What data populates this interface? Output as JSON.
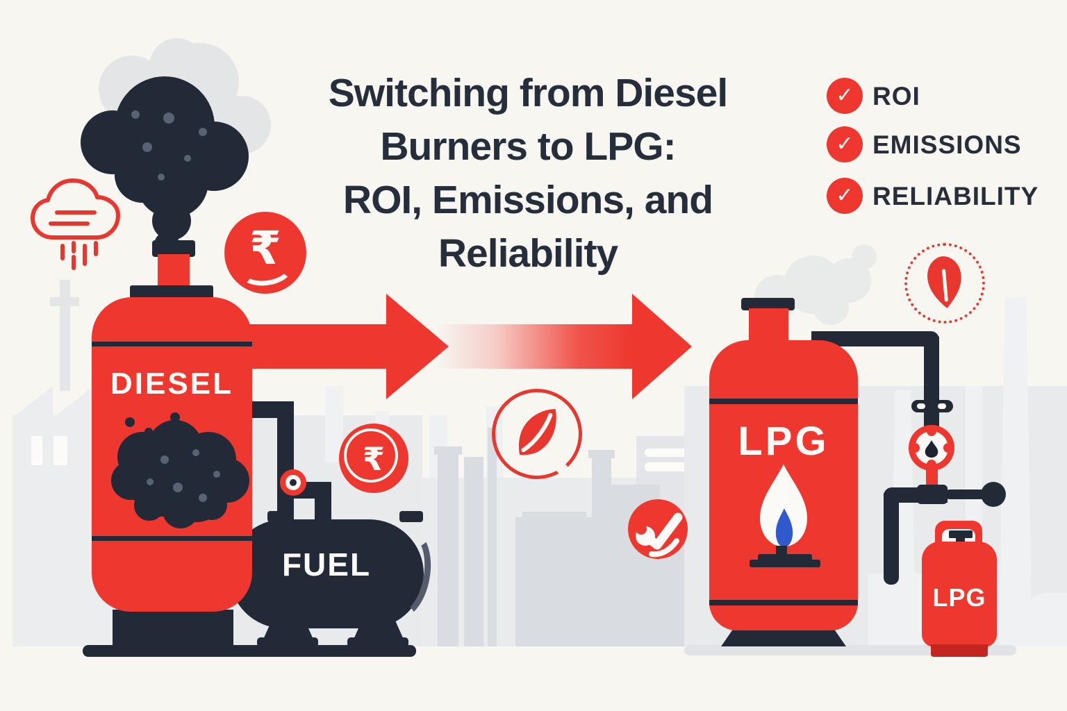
{
  "title": {
    "lines": [
      "Switching from Diesel",
      "Burners to LPG:",
      "ROI, Emissions, and",
      "Reliability"
    ]
  },
  "checklist": {
    "check_glyph": "✓",
    "items": [
      {
        "label": "ROI"
      },
      {
        "label": "EMISSIONS"
      },
      {
        "label": "RELIABILITY"
      }
    ]
  },
  "diesel_unit": {
    "tank_label": "DIESEL",
    "fuel_tank_label": "FUEL"
  },
  "lpg_unit": {
    "tank_label": "LPG",
    "cylinder_label": "LPG"
  },
  "icons": {
    "rupee_glyph": "₹",
    "rupee_coin": "rupee-coin-icon",
    "emission_cloud": "emission-cloud-icon",
    "leaf_circle": "leaf-circle-icon",
    "leaf_dotted": "leaf-dotted-circle-icon",
    "reliability": "wrench-check-circle-icon",
    "check": "check-circle-icon"
  },
  "colors": {
    "red": "#ee372e",
    "dark_navy": "#222a38",
    "cream": "#f7f6f1",
    "band_gray": "#e8eaec",
    "silhouette_gray": "#d9dce0",
    "blue_flame": "#3059cd",
    "title_text": "#262e3b",
    "white": "#fbfaf6"
  }
}
